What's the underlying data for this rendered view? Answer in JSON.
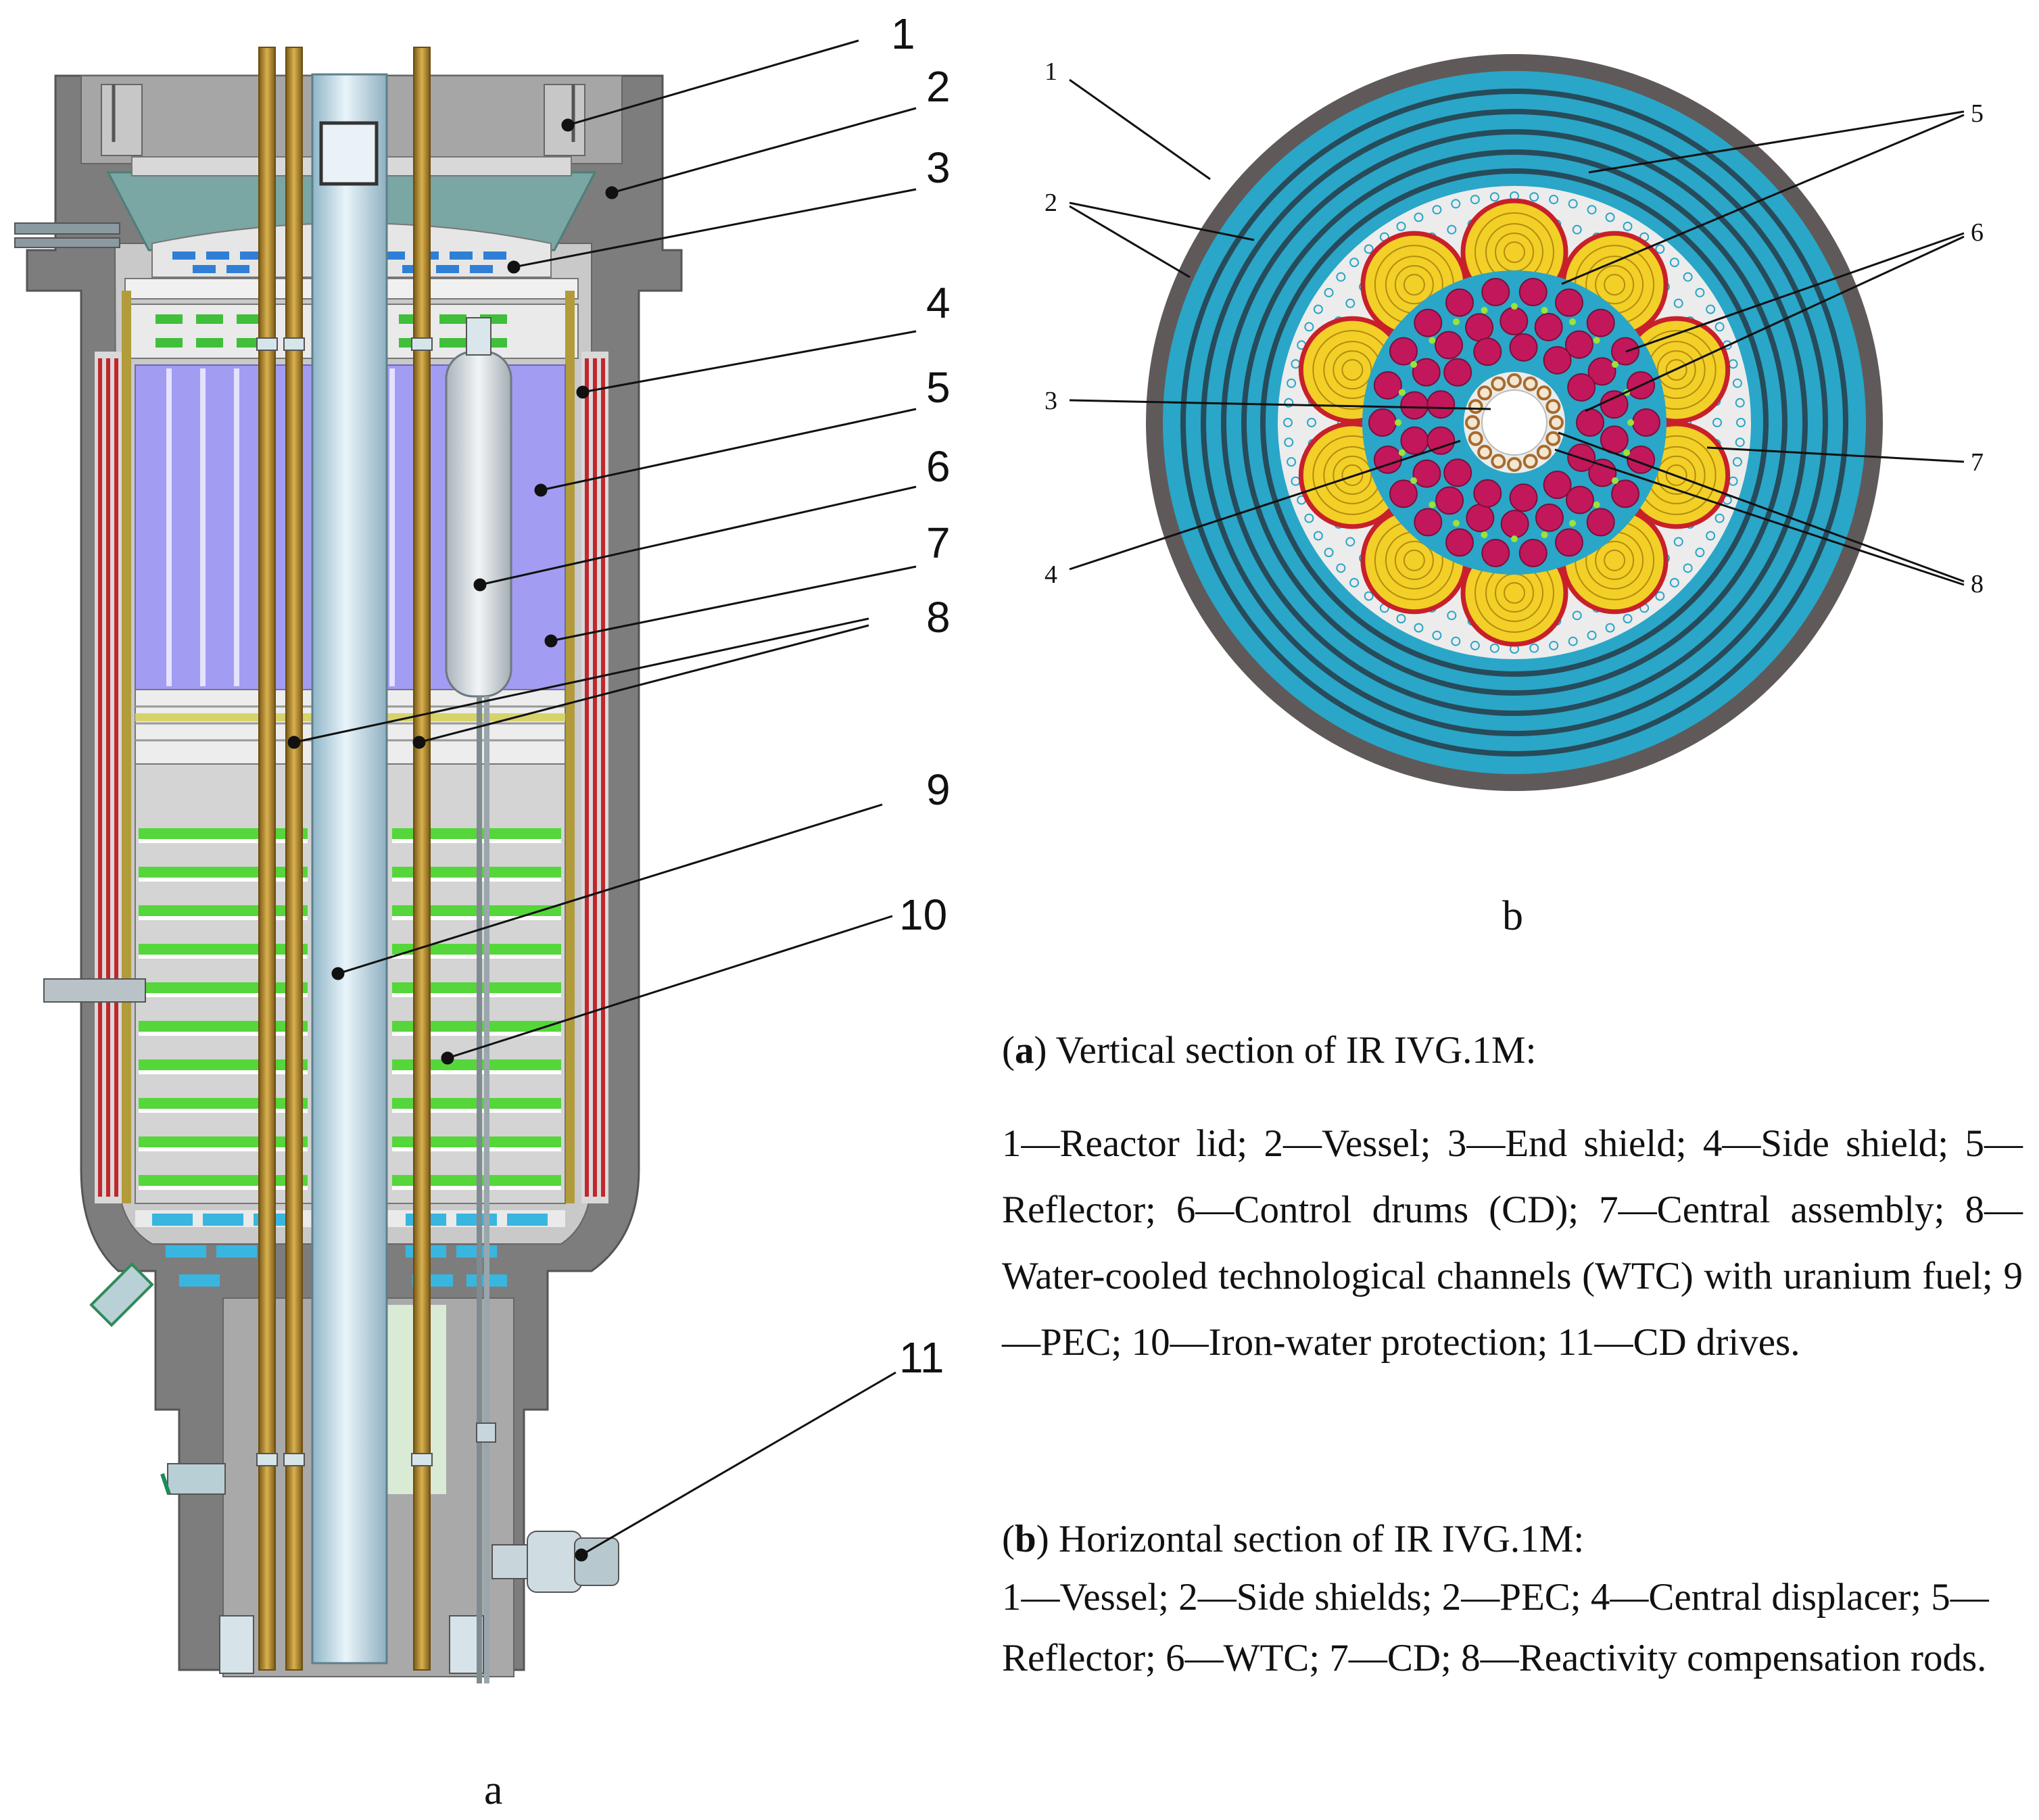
{
  "panel_a": {
    "label": "a",
    "callouts": [
      "1",
      "2",
      "3",
      "4",
      "5",
      "6",
      "7",
      "8",
      "9",
      "10",
      "11"
    ]
  },
  "panel_b": {
    "label": "b",
    "callouts": [
      "1",
      "2",
      "3",
      "4",
      "5",
      "6",
      "7",
      "8"
    ]
  },
  "caption_a": {
    "prefix": "(",
    "letter": "a",
    "title": ") Vertical section of IR IVG.1M:",
    "body": "1—Reactor lid; 2—Vessel; 3—End shield; 4—Side shield; 5—Reflector; 6—Control drums (CD); 7—Central assembly; 8—Water-cooled technological channels (WTC) with uranium fuel; 9—PEC; 10—Iron-water protection; 11—CD drives."
  },
  "caption_b": {
    "prefix": "(",
    "letter": "b",
    "title": ") Horizontal section of IR IVG.1M:",
    "body": "1—Vessel; 2—Side shields; 2—PEC; 4—Central displacer; 5—Reflector; 6—WTC; 7—CD; 8—Reactivity compensation rods."
  },
  "colors": {
    "vessel_gray": "#7a7a7a",
    "shield_teal": "#2aa6c8",
    "drum_yellow": "#f2d027",
    "drum_rim_red": "#c8202a",
    "fuel_magenta": "#c2185b",
    "reflector_violet": "#9f9cf0",
    "rod_brass": "#b8902e",
    "shield_green": "#55d63a"
  }
}
